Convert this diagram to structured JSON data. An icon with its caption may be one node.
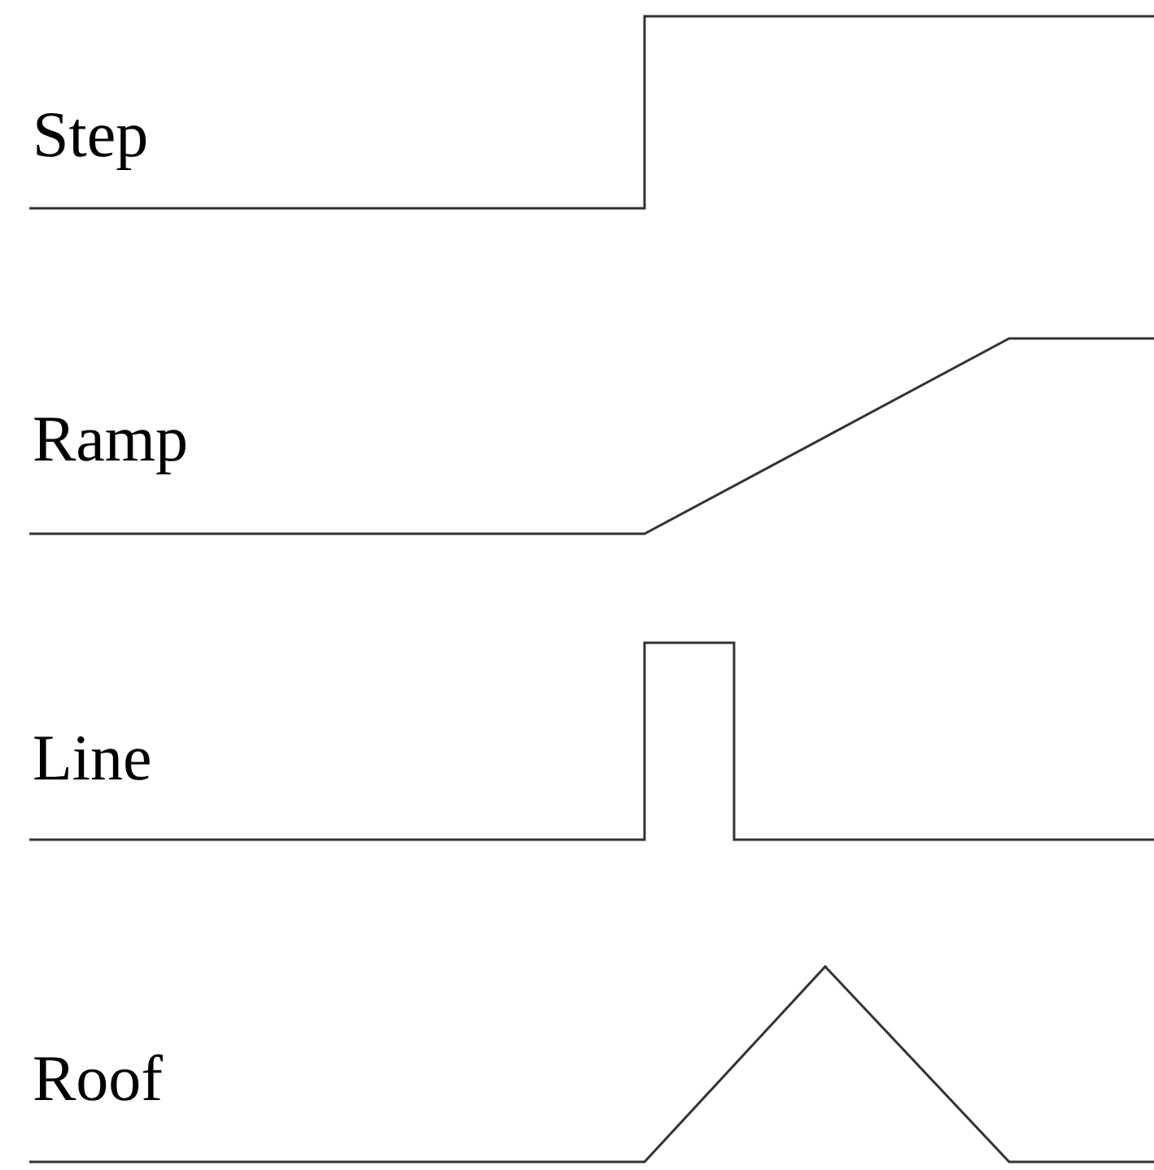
{
  "diagram": {
    "labels": [
      "Step",
      "Ramp",
      "Line",
      "Roof"
    ]
  }
}
